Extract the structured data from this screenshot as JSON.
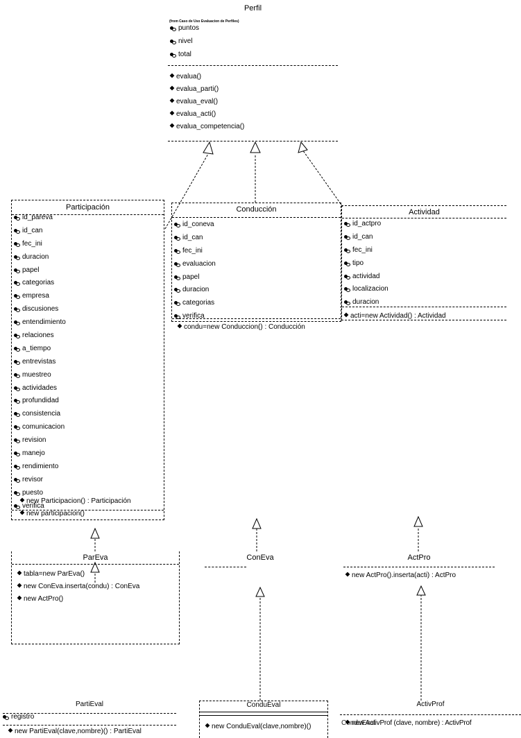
{
  "classes": {
    "perfil": {
      "name": "Perfil",
      "stereotype": "(from Caso de Uso Evaluacion de Perfiles)",
      "attributes": [
        "puntos",
        "nivel",
        "total"
      ],
      "operations": [
        "evalua()",
        "evalua_parti()",
        "evalua_eval()",
        "evalua_acti()",
        "evalua_competencia()"
      ]
    },
    "participacion": {
      "name": "Participación",
      "attributes": [
        "id_pareva",
        "id_can",
        "fec_ini",
        "duracion",
        "papel",
        "categorias",
        "empresa",
        "discusiones",
        "entendimiento",
        "relaciones",
        "a_tiempo",
        "entrevistas",
        "muestreo",
        "actividades",
        "profundidad",
        "consistencia",
        "comunicacion",
        "revision",
        "manejo",
        "rendimiento",
        "revisor",
        "puesto",
        "verifica"
      ],
      "operations": [
        "new Participacion() : Participación",
        "new participacion()"
      ]
    },
    "conduccion": {
      "name": "Conducción",
      "attributes": [
        "id_coneva",
        "id_can",
        "fec_ini",
        "evaluacion",
        "papel",
        "duracion",
        "categorias",
        "verifica"
      ],
      "operations": [
        "condu=new Conduccion() : Conducción"
      ]
    },
    "actividad": {
      "name": "Actividad",
      "attributes": [
        "id_actpro",
        "id_can",
        "fec_ini",
        "tipo",
        "actividad",
        "localizacion",
        "duracion"
      ],
      "operations": [
        "acti=new Actividad() : Actividad"
      ]
    },
    "pareva": {
      "name": "ParEva",
      "operations": [
        "tabla=new ParEva()",
        "new ConEva.inserta(condu) : ConEva",
        "new ActPro()"
      ]
    },
    "coneva": {
      "name": "ConEva"
    },
    "actpro": {
      "name": "ActPro",
      "operations": [
        "new ActPro().inserta(acti) : ActPro"
      ]
    },
    "partieval": {
      "name": "PartiEval",
      "attributes": [
        "registro"
      ],
      "operations": [
        "new PartiEval(clave,nombre)() : PartiEval"
      ]
    },
    "condueval": {
      "name": "ConduEval",
      "operations": [
        "new ConduEval(clave,nombre)()"
      ]
    },
    "activprof": {
      "name": "ActivProf",
      "operations": [
        "new ActivProf (clave, nombre) : ActivProf"
      ],
      "overlap_text": "ConduEval"
    }
  }
}
